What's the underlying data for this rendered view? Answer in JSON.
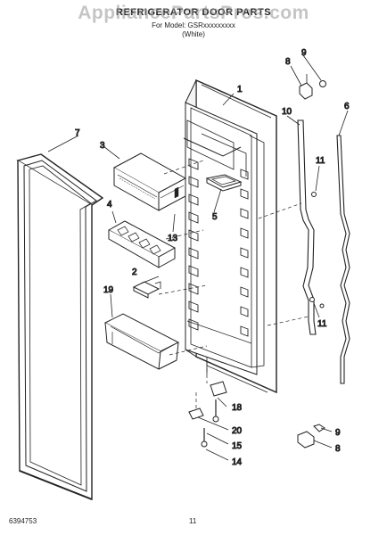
{
  "header": {
    "title": "REFRIGERATOR DOOR PARTS",
    "model_line": "For Model: GSRxxxxxxxxx",
    "color_line": "(White)"
  },
  "watermark": "AppliancePartsPros.com",
  "callouts": [
    "1",
    "2",
    "3",
    "4",
    "5",
    "6",
    "7",
    "8",
    "9",
    "10",
    "11",
    "13",
    "14",
    "15",
    "18",
    "19",
    "20"
  ],
  "footer": {
    "doc_number": "6394753",
    "page_number": "11"
  }
}
